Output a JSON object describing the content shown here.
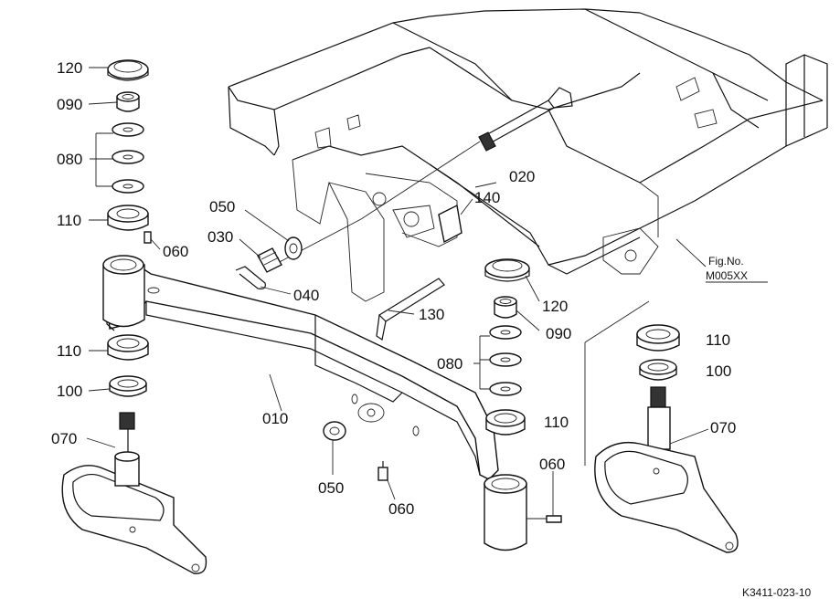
{
  "part_labels": {
    "p120_top": "120",
    "p090_top": "090",
    "p080_top": "080",
    "p110_top": "110",
    "p060_top": "060",
    "p050_mid": "050",
    "p030": "030",
    "p040": "040",
    "p020": "020",
    "p140": "140",
    "p120_right": "120",
    "p090_right": "090",
    "p130": "130",
    "p080_right": "080",
    "p110_left": "110",
    "p100_left": "100",
    "p010": "010",
    "p110_right_mid": "110",
    "p070_left": "070",
    "p050_bottom": "050",
    "p060_bottom": "060",
    "p060_right": "060",
    "p110_far_right": "110",
    "p100_far_right": "100",
    "p070_right": "070"
  },
  "figure_ref": {
    "line1": "Fig.No.",
    "line2": "M005XX"
  },
  "drawing_id": "K3411-023-10"
}
